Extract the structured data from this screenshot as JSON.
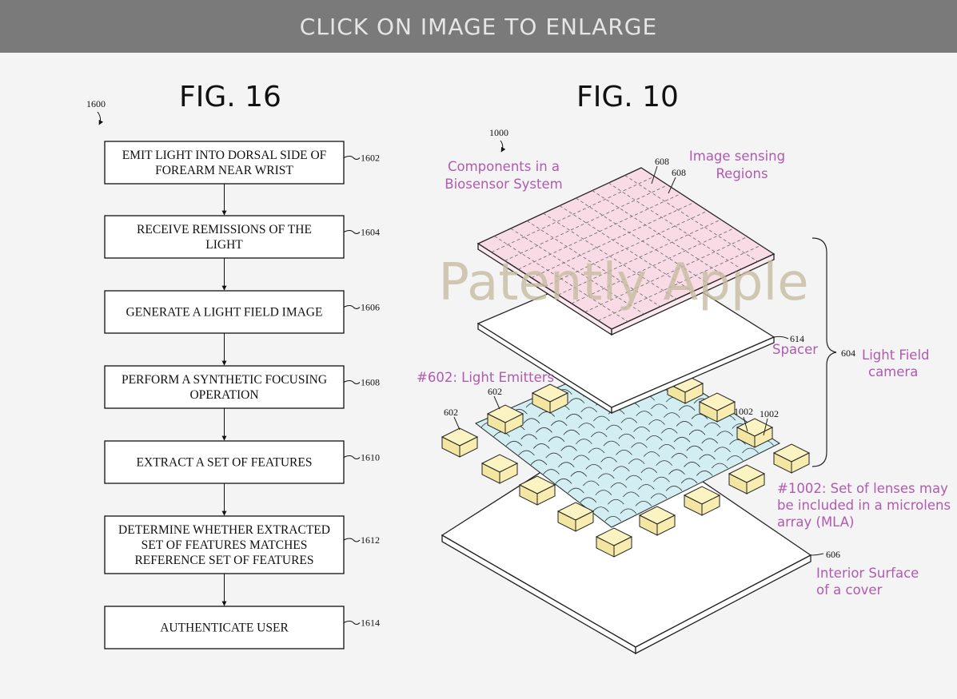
{
  "banner": {
    "text": "CLICK ON IMAGE TO ENLARGE"
  },
  "fig16": {
    "title": "FIG. 16",
    "ref": "1600",
    "steps": [
      {
        "lines": [
          "EMIT LIGHT INTO DORSAL SIDE OF",
          "FOREARM NEAR WRIST"
        ],
        "ref": "1602"
      },
      {
        "lines": [
          "RECEIVE REMISSIONS OF THE",
          "LIGHT"
        ],
        "ref": "1604"
      },
      {
        "lines": [
          "GENERATE A LIGHT FIELD IMAGE"
        ],
        "ref": "1606"
      },
      {
        "lines": [
          "PERFORM A SYNTHETIC FOCUSING",
          "OPERATION"
        ],
        "ref": "1608"
      },
      {
        "lines": [
          "EXTRACT A SET OF FEATURES"
        ],
        "ref": "1610"
      },
      {
        "lines": [
          "DETERMINE WHETHER EXTRACTED",
          "SET OF FEATURES MATCHES",
          "REFERENCE SET OF FEATURES"
        ],
        "ref": "1612"
      },
      {
        "lines": [
          "AUTHENTICATE USER"
        ],
        "ref": "1614"
      }
    ]
  },
  "fig10": {
    "title": "FIG. 10",
    "ref": "1000",
    "annotations": {
      "components": [
        "Components in a",
        "Biosensor System"
      ],
      "image_sensing": [
        "Image sensing",
        "Regions"
      ],
      "spacer": "Spacer",
      "light_field": [
        "Light Field",
        "camera"
      ],
      "emitters": "#602: Light Emitters",
      "lenses": [
        "#1002: Set of lenses may",
        "be included in a microlens",
        "array (MLA)"
      ],
      "interior": [
        "Interior Surface",
        "of a cover"
      ]
    },
    "refs": {
      "r608a": "608",
      "r608b": "608",
      "r614": "614",
      "r604": "604",
      "r602a": "602",
      "r602b": "602",
      "r1002a": "1002",
      "r1002b": "1002",
      "r606": "606"
    },
    "watermark": "Patently Apple",
    "colors": {
      "sensor_fill": "#f8dbe4",
      "lens_fill": "#d2eef2",
      "emitter_fill": "#f8f0b8",
      "annotation": "#b05ab0"
    }
  }
}
